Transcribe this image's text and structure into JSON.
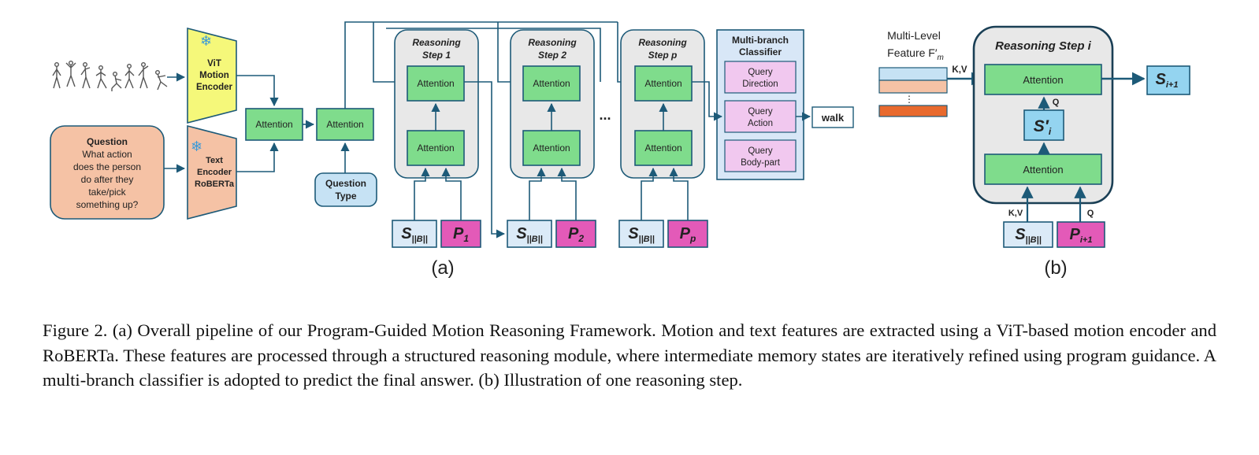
{
  "diagram": {
    "panel_a": {
      "label": "(a)",
      "vit_encoder": {
        "line1": "ViT",
        "line2": "Motion",
        "line3": "Encoder"
      },
      "text_encoder": {
        "line1": "Text",
        "line2": "Encoder",
        "line3": "RoBERTa"
      },
      "question_box": {
        "title": "Question",
        "lines": [
          "What action",
          "does the person",
          "do after they",
          "take/pick",
          "something up?"
        ]
      },
      "fusion_attention": "Attention",
      "type_attention": "Attention",
      "question_type": {
        "line1": "Question",
        "line2": "Type"
      },
      "steps": [
        {
          "title1": "Reasoning",
          "title2": "Step 1",
          "top": "Attention",
          "bottom": "Attention",
          "state": "S",
          "state_sub": "||B||",
          "program": "P",
          "program_sub": "1"
        },
        {
          "title1": "Reasoning",
          "title2": "Step 2",
          "top": "Attention",
          "bottom": "Attention",
          "state": "S",
          "state_sub": "||B||",
          "program": "P",
          "program_sub": "2"
        },
        {
          "title1": "Reasoning",
          "title2": "Step p",
          "top": "Attention",
          "bottom": "Attention",
          "state": "S",
          "state_sub": "||B||",
          "program": "P",
          "program_sub": "p"
        }
      ],
      "ellipsis": "...",
      "classifier": {
        "title1": "Multi-branch",
        "title2": "Classifier",
        "branches": [
          {
            "line1": "Query",
            "line2": "Direction"
          },
          {
            "line1": "Query",
            "line2": "Action"
          },
          {
            "line1": "Query",
            "line2": "Body-part"
          }
        ]
      },
      "output": "walk"
    },
    "panel_b": {
      "label": "(b)",
      "feature_label1": "Multi-Level",
      "feature_label2": "Feature F′",
      "feature_sub": "m",
      "kv_top": "K,V",
      "step_title": "Reasoning Step i",
      "top_attention": "Attention",
      "bottom_attention": "Attention",
      "q_mid": "Q",
      "s_prime": "S′",
      "s_prime_sub": "i",
      "kv_bottom": "K,V",
      "q_bottom": "Q",
      "state": "S",
      "state_sub": "||B||",
      "program": "P",
      "program_sub": "i+1",
      "output": "S",
      "output_sub": "i+1",
      "vdots": "⋮"
    },
    "colors": {
      "stroke": "#1d5a78",
      "attention": "#7fdc8c",
      "encoder_yellow": "#f5f87a",
      "encoder_peach": "#f5c2a5",
      "light_blue": "#c6e2f4",
      "state_blue": "#dbeaf7",
      "program_pink": "#e35ab8",
      "classifier_bg": "#d8e7f7",
      "query_pink": "#f1c8ef",
      "step_bg": "#e8e8e8",
      "s_prime_blue": "#94d4f0",
      "feature_orange": "#e86a2e"
    }
  },
  "caption": "Figure 2. (a) Overall pipeline of our Program-Guided Motion Reasoning Framework. Motion and text features are extracted using a ViT-based motion encoder and RoBERTa. These features are processed through a structured reasoning module, where intermediate memory states are iteratively refined using program guidance. A multi-branch classifier is adopted to predict the final answer. (b) Illustration of one reasoning step."
}
